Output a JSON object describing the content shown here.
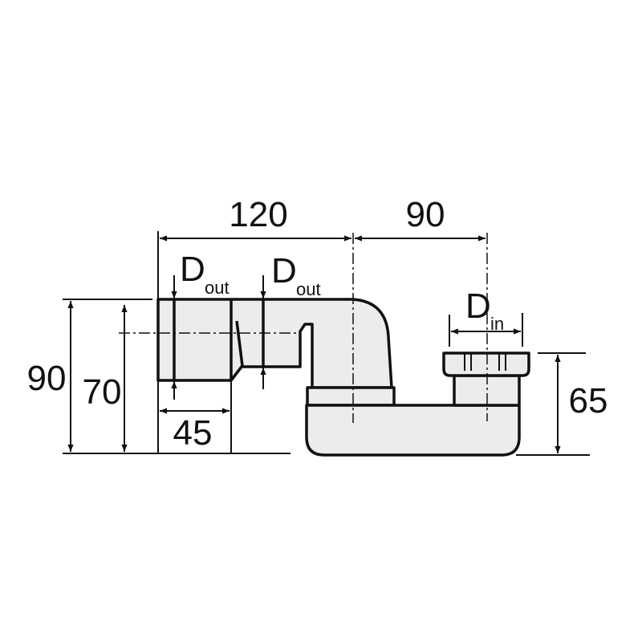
{
  "title": "Siphon dimension drawing",
  "dimensions": {
    "length_left": "120",
    "length_right": "90",
    "height_total": "90",
    "height_axis": "70",
    "socket_length": "45",
    "inlet_height": "65"
  },
  "labels": {
    "d_out_1": {
      "main": "D",
      "sub": "out"
    },
    "d_out_2": {
      "main": "D",
      "sub": "out"
    },
    "d_in": {
      "main": "D",
      "sub": "in"
    }
  },
  "colors": {
    "part_fill": "#ececec",
    "line": "#111111"
  }
}
